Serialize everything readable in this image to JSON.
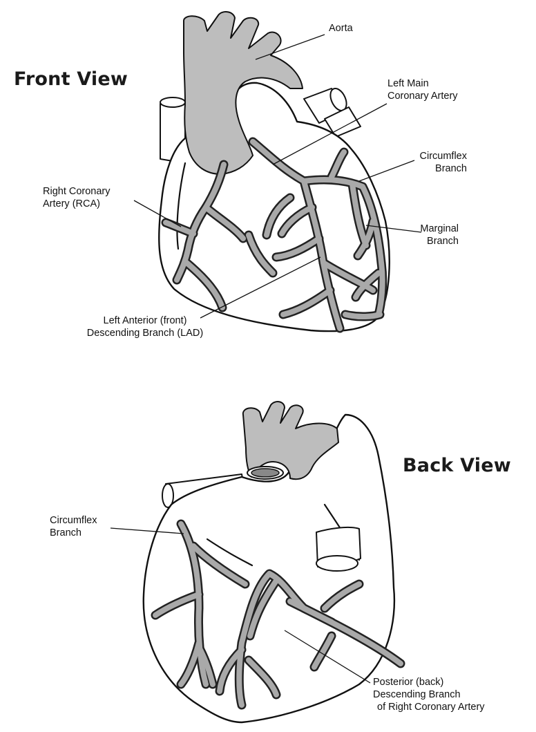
{
  "front_view": {
    "title": "Front View",
    "labels": {
      "aorta": "Aorta",
      "left_main_line1": "Left Main",
      "left_main_line2": "Coronary Artery",
      "circumflex_line1": "Circumflex",
      "circumflex_line2": "Branch",
      "rca_line1": "Right Coronary",
      "rca_line2": "Artery (RCA)",
      "marginal_line1": "Marginal",
      "marginal_line2": "Branch",
      "lad_line1": "Left Anterior (front)",
      "lad_line2": "Descending Branch (LAD)"
    }
  },
  "back_view": {
    "title": "Back View",
    "labels": {
      "circumflex_line1": "Circumflex",
      "circumflex_line2": "Branch",
      "posterior_line1": "Posterior (back)",
      "posterior_line2": "Descending  Branch",
      "posterior_line3": "of Right Coronary Artery"
    }
  },
  "colors": {
    "aorta_fill": "#bdbdbd",
    "artery_fill": "#a9a9a9",
    "outline": "#111111"
  }
}
